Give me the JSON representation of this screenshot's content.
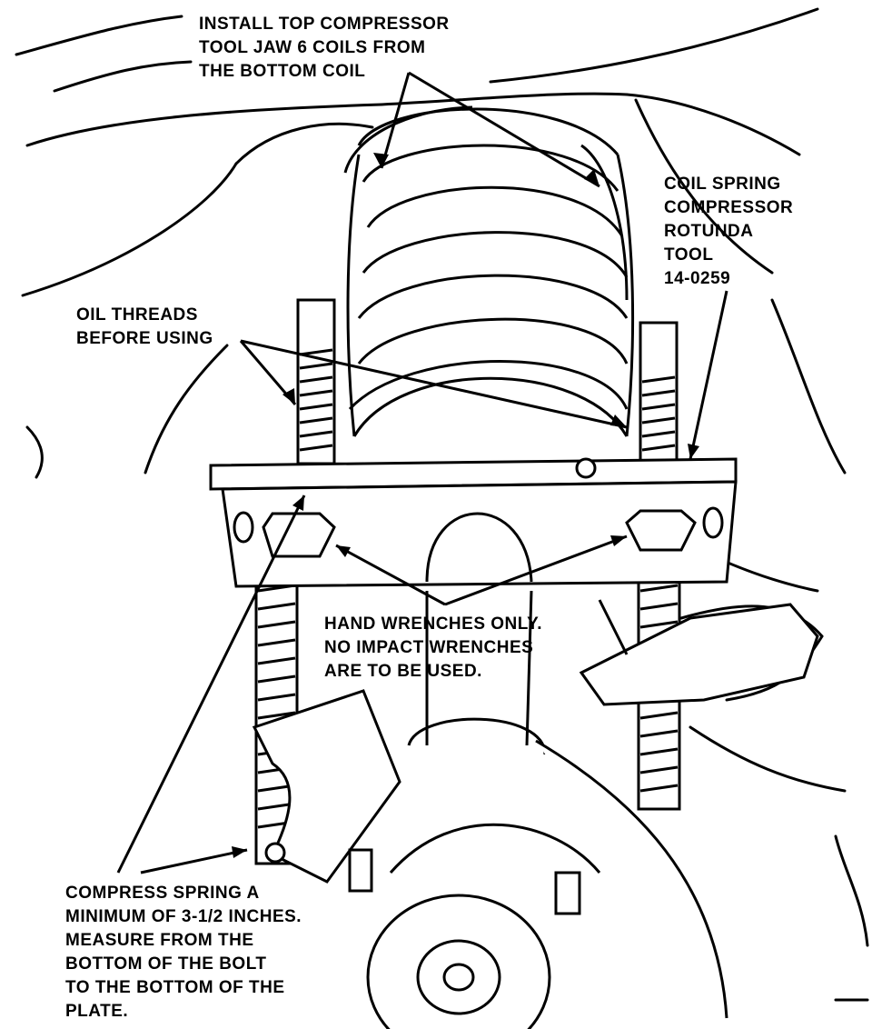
{
  "callouts": {
    "install": [
      "INSTALL TOP COMPRESSOR",
      "TOOL JAW 6 COILS FROM",
      "THE BOTTOM COIL"
    ],
    "tool": [
      "COIL SPRING",
      "COMPRESSOR",
      "ROTUNDA",
      "TOOL",
      "14-0259"
    ],
    "oil": [
      "OIL THREADS",
      "BEFORE USING"
    ],
    "hand": [
      "HAND WRENCHES ONLY.",
      "NO IMPACT WRENCHES",
      "ARE TO BE USED."
    ],
    "compress": [
      "COMPRESS SPRING A",
      "MINIMUM OF 3-1/2 INCHES.",
      "MEASURE FROM THE",
      "BOTTOM OF THE BOLT",
      "TO THE BOTTOM OF THE",
      "PLATE."
    ]
  },
  "colors": {
    "ink": "#000000",
    "paper": "#ffffff"
  }
}
